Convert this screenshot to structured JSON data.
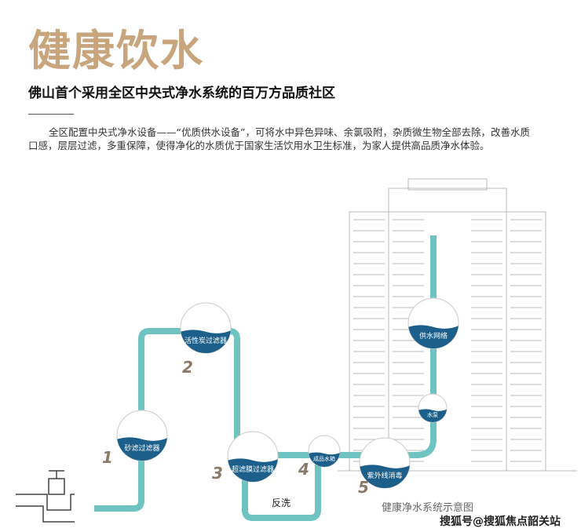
{
  "title": "健康饮水",
  "subtitle": "佛山首个采用全区中央式净水系统的百万方品质社区",
  "body": "全区配置中央式净水设备——“优质供水设备”，可将水中异色异味、余氯吸附，杂质微生物全部去除，改善水质口感，层层过滤，多重保障，使得净化的水质优于国家生活饮用水卫生标准，为家人提供高品质净水体验。",
  "stages": [
    {
      "num": "1",
      "label": "砂滤过滤器"
    },
    {
      "num": "2",
      "label": "活性炭过滤器"
    },
    {
      "num": "3",
      "label": "超滤膜过滤器"
    },
    {
      "num": "4",
      "label": "成品水箱"
    },
    {
      "num": "5",
      "label": "紫外线消毒"
    },
    {
      "num": "",
      "label": "水泵"
    },
    {
      "num": "",
      "label": "供水网络"
    }
  ],
  "backwash": "反洗",
  "caption": "健康净水系统示意图",
  "watermark": "搜狐号@搜狐焦点韶关站",
  "colors": {
    "accent": "#c9a57e",
    "pipe": "#6fc4c2",
    "water": "#1b5f8a"
  }
}
